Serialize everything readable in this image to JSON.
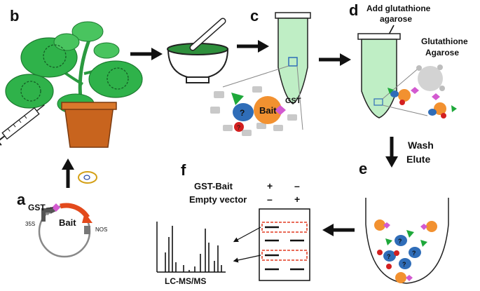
{
  "panels": {
    "a": "a",
    "b": "b",
    "c": "c",
    "d": "d",
    "e": "e",
    "f": "f"
  },
  "plasmid": {
    "gst": "GST",
    "bait": "Bait",
    "promoter": "35S",
    "terminator": "NOS"
  },
  "panel_c": {
    "bait": "Bait",
    "gst": "GST",
    "unknown": "?"
  },
  "panel_d": {
    "add_line1": "Add glutathione",
    "add_line2": "agarose",
    "agarose_line1": "Glutathione",
    "agarose_line2": "Agarose"
  },
  "panel_e": {
    "wash": "Wash",
    "elute": "Elute",
    "unknown": "?"
  },
  "panel_f": {
    "row1_label": "GST-Bait",
    "row1_lane1": "+",
    "row1_lane2": "–",
    "row2_label": "Empty vector",
    "row2_lane1": "–",
    "row2_lane2": "+",
    "lcms": "LC-MS/MS"
  },
  "colors": {
    "leaf": "#2fb24a",
    "leaf_light": "#49c45f",
    "pot": "#c8641e",
    "tube_fill": "#bfeec5",
    "bait": "#f29130",
    "gst": "#d35ad0",
    "prey_blue": "#2f6db8",
    "prey_red": "#d32020",
    "prey_green": "#1ea83a",
    "band_box": "#e23a20"
  }
}
